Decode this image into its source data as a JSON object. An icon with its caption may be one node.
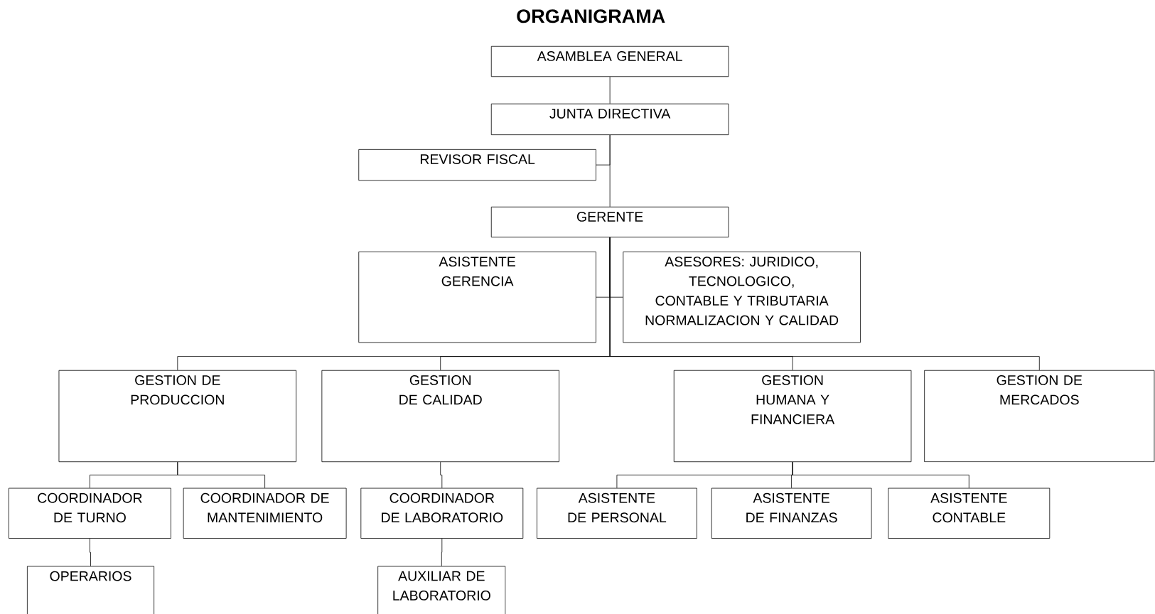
{
  "diagram": {
    "title": "ORGANIGRAMA",
    "nodes": [
      {
        "text": [
          "ASAMBLEA GENERAL"
        ]
      },
      {
        "text": [
          "JUNTA DIRECTIVA"
        ]
      },
      {
        "text": [
          "REVISOR FISCAL"
        ]
      },
      {
        "text": [
          "GERENTE"
        ]
      },
      {
        "text": [
          "ASISTENTE GERENCIA"
        ]
      },
      {
        "text": [
          "ASESORES: JURIDICO, TECNOLOGICO, CONTABLE Y TRIBUTARIA NORMALIZACION Y CALIDAD"
        ]
      },
      {
        "text": [
          "GESTION DE PRODUCCION"
        ]
      },
      {
        "text": [
          "GESTION DE CALIDAD"
        ]
      },
      {
        "text": [
          "GESTION HUMANA Y FINANCIERA"
        ]
      },
      {
        "text": [
          "GESTION DE MERCADOS"
        ]
      },
      {
        "text": [
          "COORDINADOR DE TURNO"
        ]
      },
      {
        "text": [
          "COORDINADOR DE MANTENIMIENTO"
        ]
      },
      {
        "text": [
          "COORDINADOR DE LABORATORIO"
        ]
      },
      {
        "text": [
          "ASISTENTE DE PERSONAL"
        ]
      },
      {
        "text": [
          "ASISTENTE DE FINANZAS"
        ]
      },
      {
        "text": [
          "ASISTENTE CONTABLE"
        ]
      },
      {
        "text": [
          "OPERARIOS"
        ]
      },
      {
        "text": [
          "AUXILIAR DE LABORATORIO"
        ]
      }
    ],
    "edges": [
      {
        "from": 0,
        "to": 1,
        "arrow": "none"
      },
      {
        "from": 1,
        "to": 3,
        "arrow": "none"
      },
      {
        "from": 1,
        "to": 2,
        "arrow": "none"
      },
      {
        "from": 3,
        "to": 4,
        "arrow": "none"
      },
      {
        "from": 3,
        "to": 5,
        "arrow": "none"
      },
      {
        "from": 3,
        "to": 6,
        "arrow": "none"
      },
      {
        "from": 3,
        "to": 7,
        "arrow": "none"
      },
      {
        "from": 3,
        "to": 8,
        "arrow": "none"
      },
      {
        "from": 3,
        "to": 9,
        "arrow": "none"
      },
      {
        "from": 6,
        "to": 10,
        "arrow": "none"
      },
      {
        "from": 6,
        "to": 11,
        "arrow": "none"
      },
      {
        "from": 7,
        "to": 12,
        "arrow": "none"
      },
      {
        "from": 8,
        "to": 13,
        "arrow": "none"
      },
      {
        "from": 8,
        "to": 14,
        "arrow": "none"
      },
      {
        "from": 8,
        "to": 15,
        "arrow": "none"
      },
      {
        "from": 10,
        "to": 16,
        "arrow": "none"
      },
      {
        "from": 12,
        "to": 17,
        "arrow": "none"
      }
    ]
  }
}
